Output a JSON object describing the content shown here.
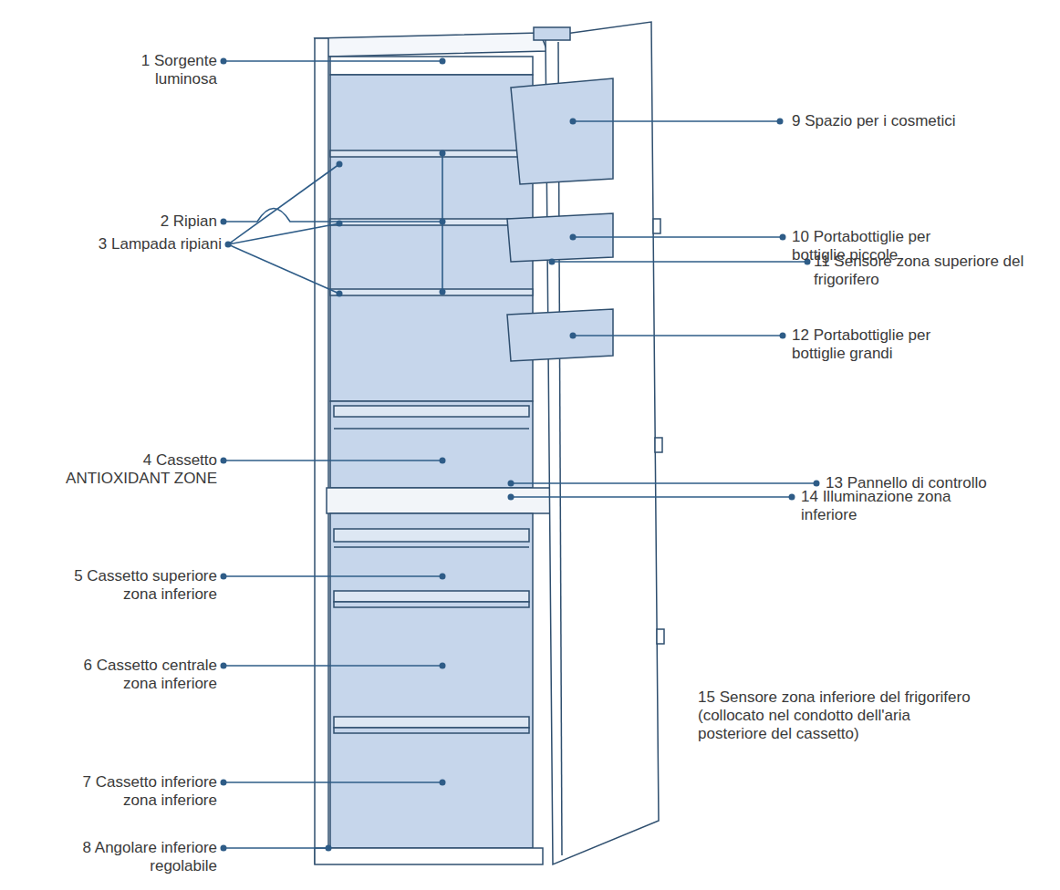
{
  "diagram": {
    "labels": [
      "1 Sorgente luminosa",
      "2 Ripian",
      "3 Lampada ripiani",
      "4 Cassetto ANTIOXIDANT ZONE",
      "5 Cassetto superiore zona inferiore",
      "6 Cassetto centrale zona inferiore",
      "7 Cassetto inferiore zona inferiore",
      "8 Angolare inferiore regolabile",
      "9 Spazio per i cosmetici",
      "10 Portabottiglie per bottiglie piccole",
      "11 Sensore zona superiore del frigorifero",
      "12 Portabottiglie per bottiglie grandi",
      "13 Pannello di controllo",
      "14 Illuminazione zona inferiore",
      "15 Sensore zona inferiore del frigorifero (collocato nel condotto dell'aria posteriore del cassetto)"
    ]
  }
}
